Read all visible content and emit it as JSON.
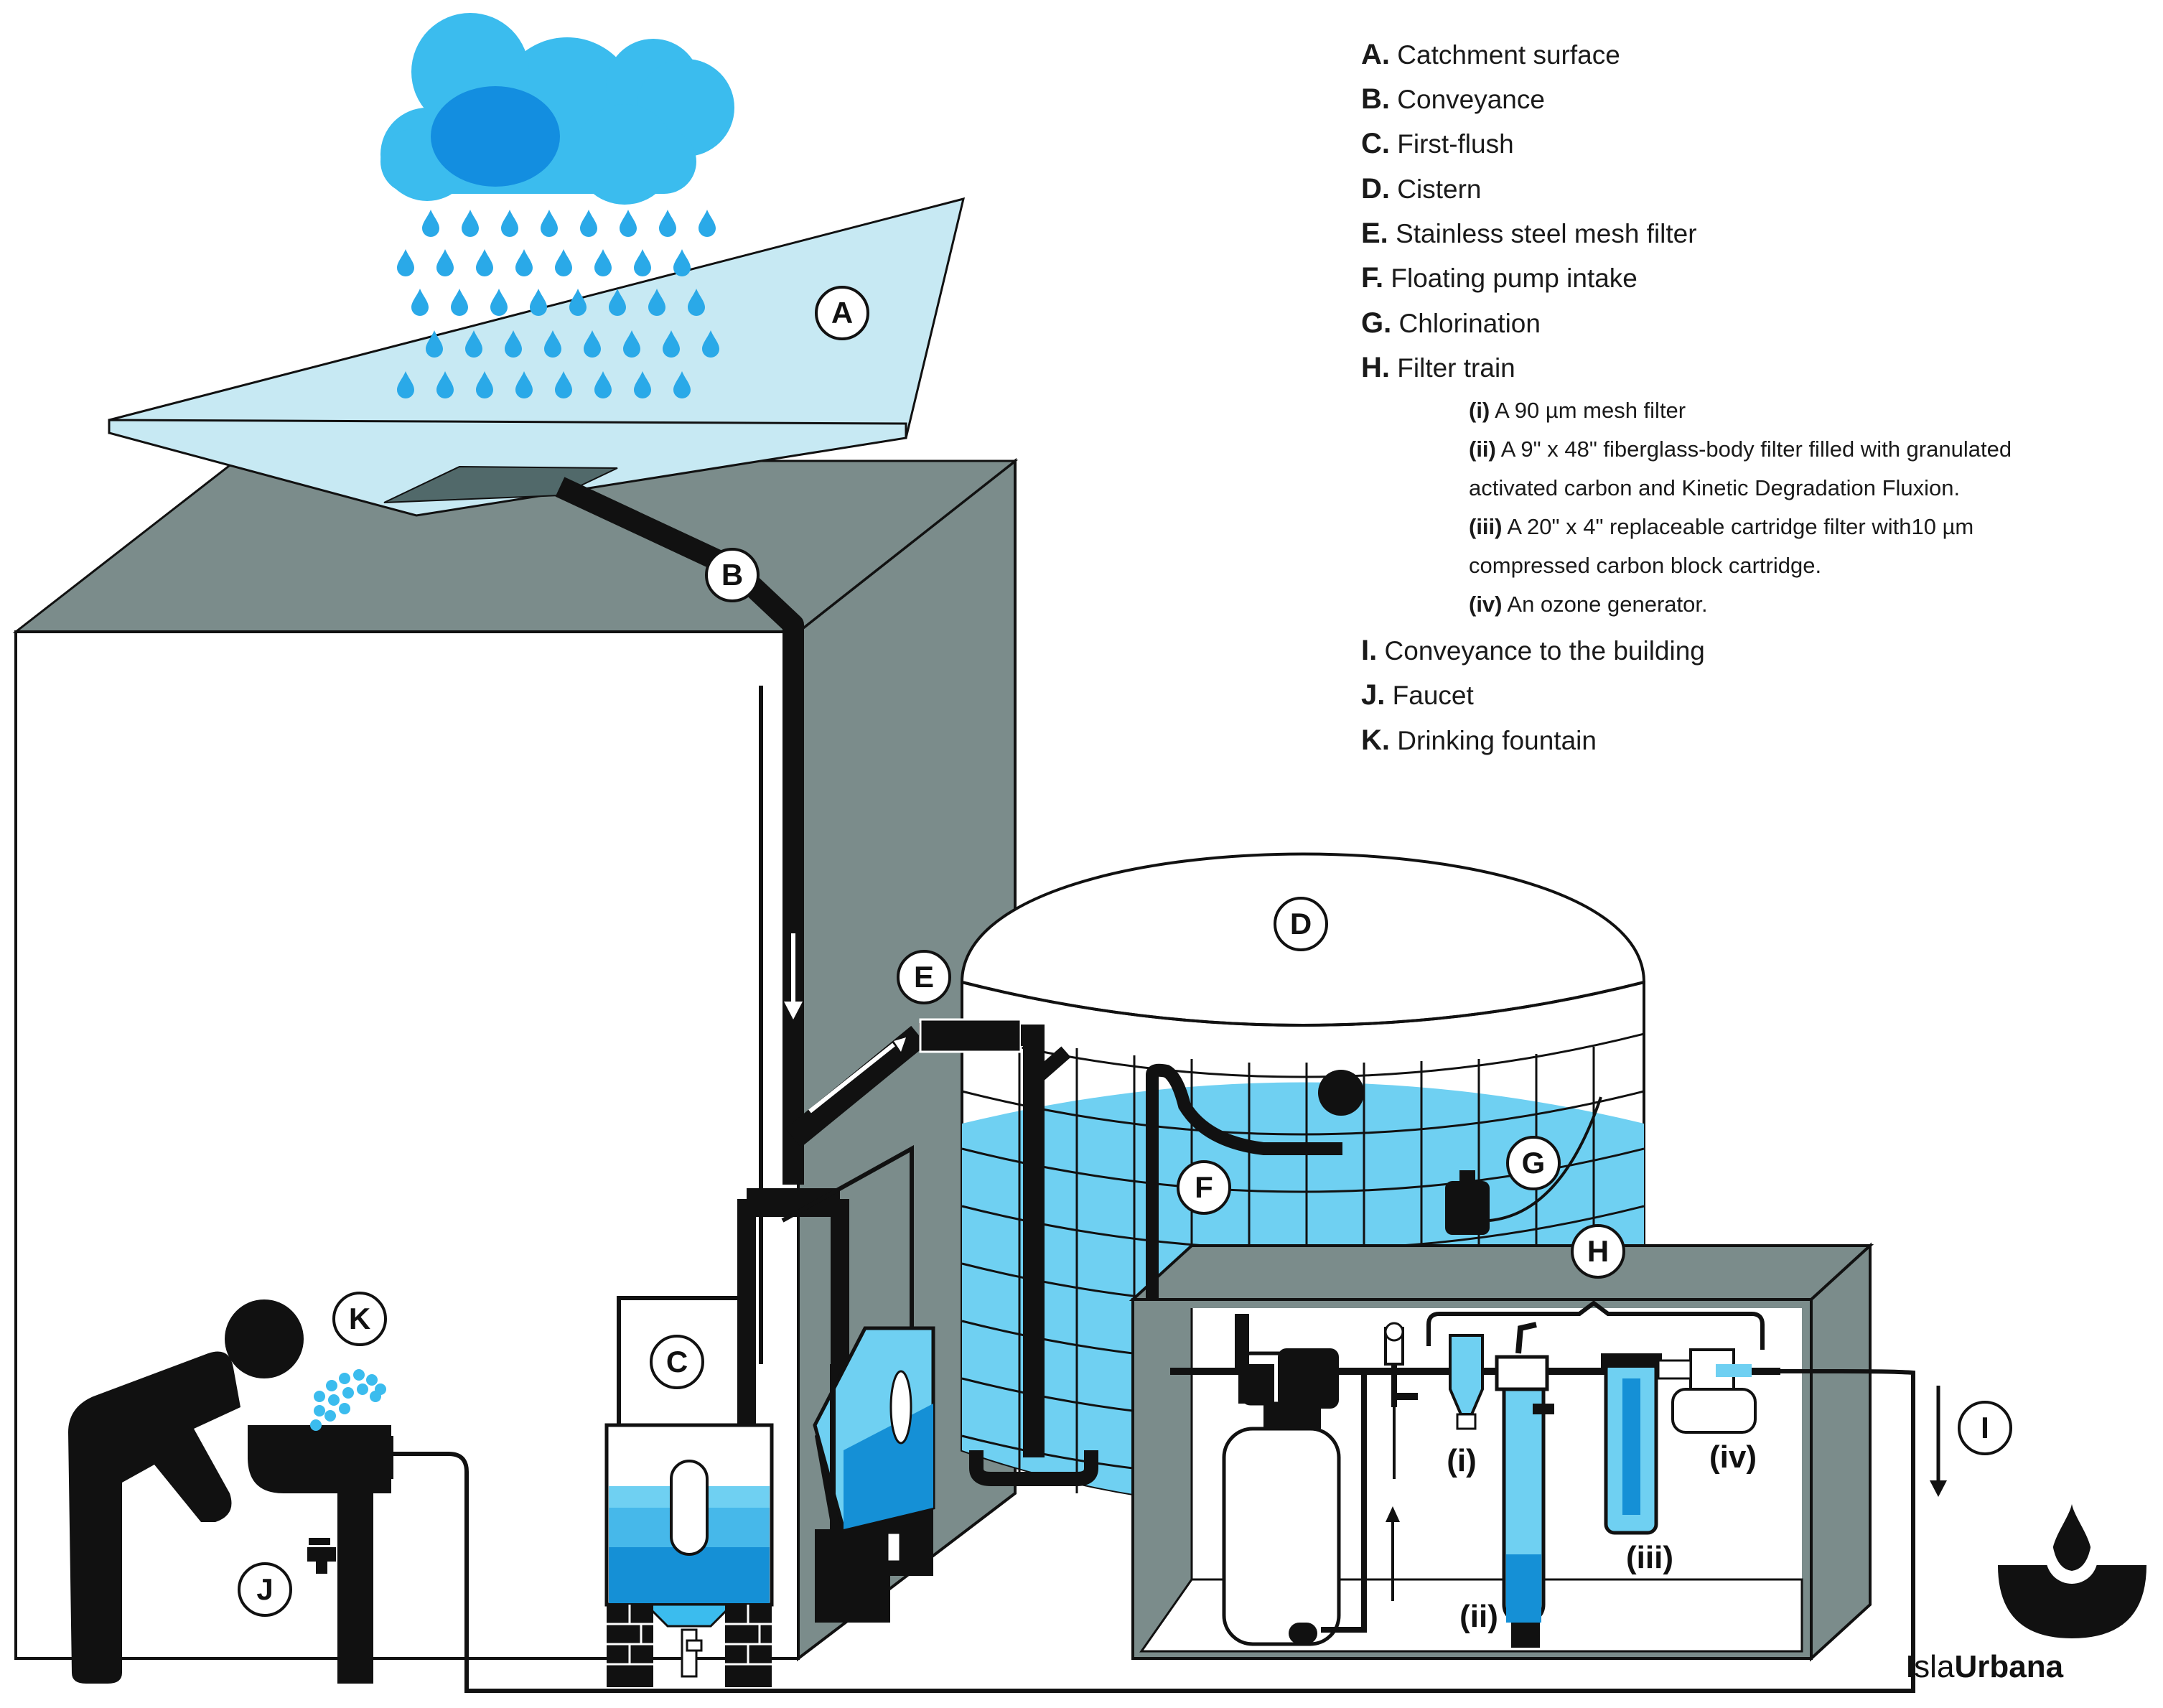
{
  "legend": {
    "items": [
      {
        "key": "A.",
        "text": "Catchment surface"
      },
      {
        "key": "B.",
        "text": "Conveyance"
      },
      {
        "key": "C.",
        "text": "First-flush"
      },
      {
        "key": "D.",
        "text": "Cistern"
      },
      {
        "key": "E.",
        "text": "Stainless steel mesh filter"
      },
      {
        "key": "F.",
        "text": "Floating pump intake"
      },
      {
        "key": "G.",
        "text": "Chlorination"
      },
      {
        "key": "H.",
        "text": "Filter train"
      },
      {
        "key": "I.",
        "text": "Conveyance to the building"
      },
      {
        "key": "J.",
        "text": "Faucet"
      },
      {
        "key": "K.",
        "text": "Drinking fountain"
      }
    ],
    "subitems": [
      {
        "key": "(i)",
        "text": " A 90 µm mesh filter"
      },
      {
        "key": "(ii)",
        "text": "A 9\" x 48\" fiberglass-body filter filled with granulated"
      },
      {
        "key": "",
        "text": "activated  carbon and Kinetic  Degradation Fluxion."
      },
      {
        "key": "(iii)",
        "text": "A 20\" x 4\" replaceable cartridge filter with10 µm"
      },
      {
        "key": "",
        "text": "compressed carbon block cartridge."
      },
      {
        "key": "(iv)",
        "text": "An ozone generator."
      }
    ]
  },
  "diagram_labels": {
    "a": "A",
    "b": "B",
    "c": "C",
    "d": "D",
    "e": "E",
    "f": "F",
    "g": "G",
    "h": "H",
    "i": "I",
    "j": "J",
    "k": "K",
    "sub_i": "(i)",
    "sub_ii": "(ii)",
    "sub_iii": "(iii)",
    "sub_iv": "(iv)"
  },
  "brand": {
    "part1": "Isla",
    "part2": "Urbana"
  },
  "colors": {
    "cloud": "#3bbcee",
    "cloud_dark": "#138ee0",
    "rain": "#2aa9e8",
    "roof_glass": "#c7e9f3",
    "wall_gray": "#7b8c8b",
    "water_light": "#6fd0f2",
    "water_mid": "#46b8ea",
    "water_dark": "#1590d6",
    "pipe": "#111111"
  }
}
